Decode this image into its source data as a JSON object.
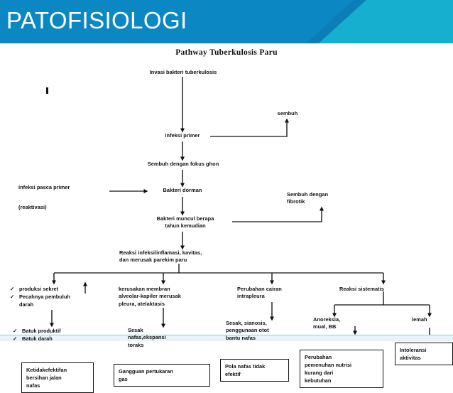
{
  "header": {
    "title": "PATOFISIOLOGI",
    "bg_left": "#0B87C4",
    "bg_right": "#17AFD0",
    "title_color": "#FFFFFF"
  },
  "diagram": {
    "title": "Pathway Tuberkulosis Paru",
    "nodes": {
      "invasi": "Invasi bakteri tuberkulosis",
      "infeksi_primer": "infeksi primer",
      "sembuh": "sembuh",
      "fokus_ghon": "Sembuh dengan fokus ghon",
      "pasca_primer": "Infeksi pasca primer",
      "reaktivasi": "(reaktivasi)",
      "bakteri_dorman": "Bakteri dorman",
      "bakteri_muncul": "Bakteri muncul berapa\ntahun kemudian",
      "sembuh_fibrotik": "Sembuh dengan\nfibrotik",
      "reaksi_infeksi": "Reaksi infeksi/inflamasi, kavitas,\ndan merusak parekim paru",
      "kerusakan_membran": "kerusakan membran\nalveolar-kapiler merusak\npleura, atelaktasis",
      "perubahan_cairan": "Perubahan cairan\nintrapleura",
      "reaksi_sistematis": "Reaksi sistematis",
      "sesak_nafas_ekspansi": "Sesak\nnafas,ekspansi\ntoraks",
      "sesak_sianosis": "Sesak, sianosis,\npenggunaan otot\nbantu nafas",
      "anoreksia": "Anoreksia,\nmual, BB",
      "lemah": "lemah"
    },
    "bullet_groups": [
      {
        "name": "sekret-group",
        "items": [
          "produksi sekret",
          "Pecahnya pembuluh\ndarah"
        ]
      },
      {
        "name": "batuk-group",
        "items": [
          "Batuk produktif",
          "Batuk darah"
        ]
      }
    ],
    "outcome_boxes": [
      {
        "name": "ketidakefektifan-bersihan-jalan-nafas",
        "text": "Ketidakefektifan\nbersihan jalan\nnafas"
      },
      {
        "name": "gangguan-pertukaran-gas",
        "text": "Gangguan pertukaran\ngas"
      },
      {
        "name": "pola-nafas-tidak-efektif",
        "text": "Pola nafas tidak\nefektif"
      },
      {
        "name": "perubahan-pemenuhan-nutrisi",
        "text": "Perubahan\npemenuhan nutrisi\nkurang dari\nkebutuhan"
      },
      {
        "name": "intoleransi-aktivitas",
        "text": "Intoleransi\naktivitas"
      }
    ],
    "bullet_glyph": "✓",
    "down_arrow_glyph": "↓",
    "line_color": "#111111"
  }
}
